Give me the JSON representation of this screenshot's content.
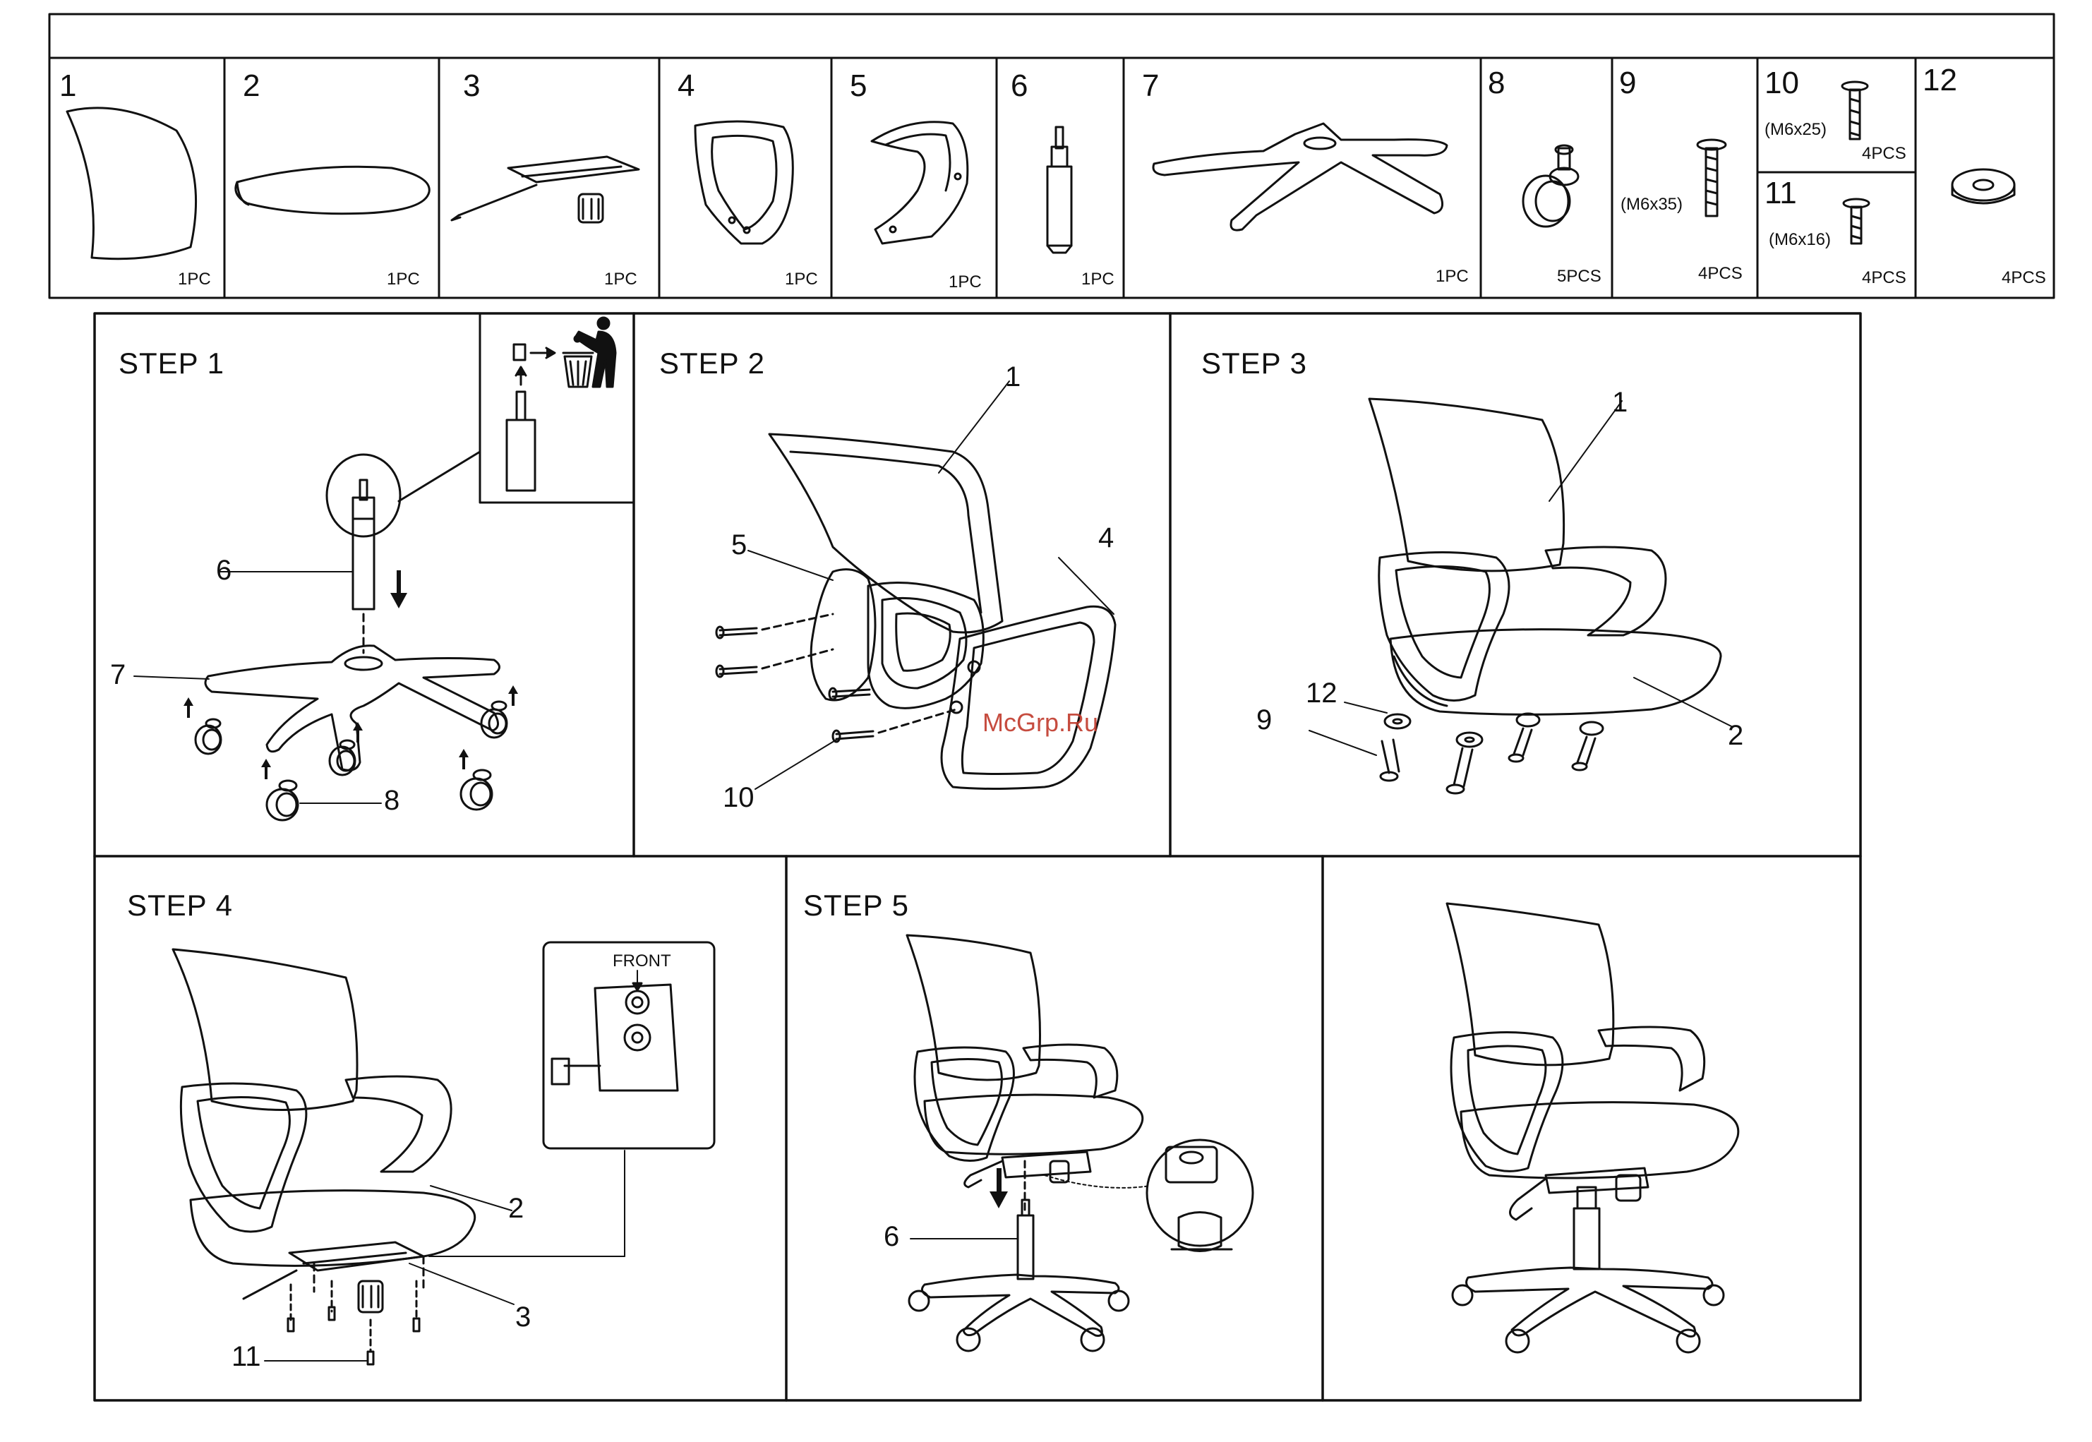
{
  "parts": [
    {
      "number": "1",
      "qty": "1PC"
    },
    {
      "number": "2",
      "qty": "1PC"
    },
    {
      "number": "3",
      "qty": "1PC"
    },
    {
      "number": "4",
      "qty": "1PC"
    },
    {
      "number": "5",
      "qty": "1PC"
    },
    {
      "number": "6",
      "qty": "1PC"
    },
    {
      "number": "7",
      "qty": "1PC"
    },
    {
      "number": "8",
      "qty": "5PCS"
    },
    {
      "number": "9",
      "spec": "(M6x35)",
      "qty": "4PCS"
    },
    {
      "number": "10",
      "spec": "(M6x25)",
      "qty": "4PCS"
    },
    {
      "number": "11",
      "spec": "(M6x16)",
      "qty": "4PCS"
    },
    {
      "number": "12",
      "qty": "4PCS"
    }
  ],
  "steps": [
    {
      "title": "STEP 1",
      "callouts": [
        "6",
        "7",
        "8"
      ]
    },
    {
      "title": "STEP 2",
      "callouts": [
        "1",
        "5",
        "4",
        "10"
      ]
    },
    {
      "title": "STEP 3",
      "callouts": [
        "1",
        "12",
        "9",
        "2"
      ]
    },
    {
      "title": "STEP 4",
      "callouts": [
        "2",
        "3",
        "11"
      ],
      "inset_label": "FRONT"
    },
    {
      "title": "STEP 5",
      "callouts": [
        "6"
      ]
    }
  ],
  "watermark": "McGrp.Ru",
  "icons": [
    "trash-disposal-icon",
    "arrow-down-icon",
    "arrow-up-icon"
  ],
  "colors": {
    "line": "#111111",
    "background": "#ffffff",
    "watermark": "#c0392b"
  }
}
